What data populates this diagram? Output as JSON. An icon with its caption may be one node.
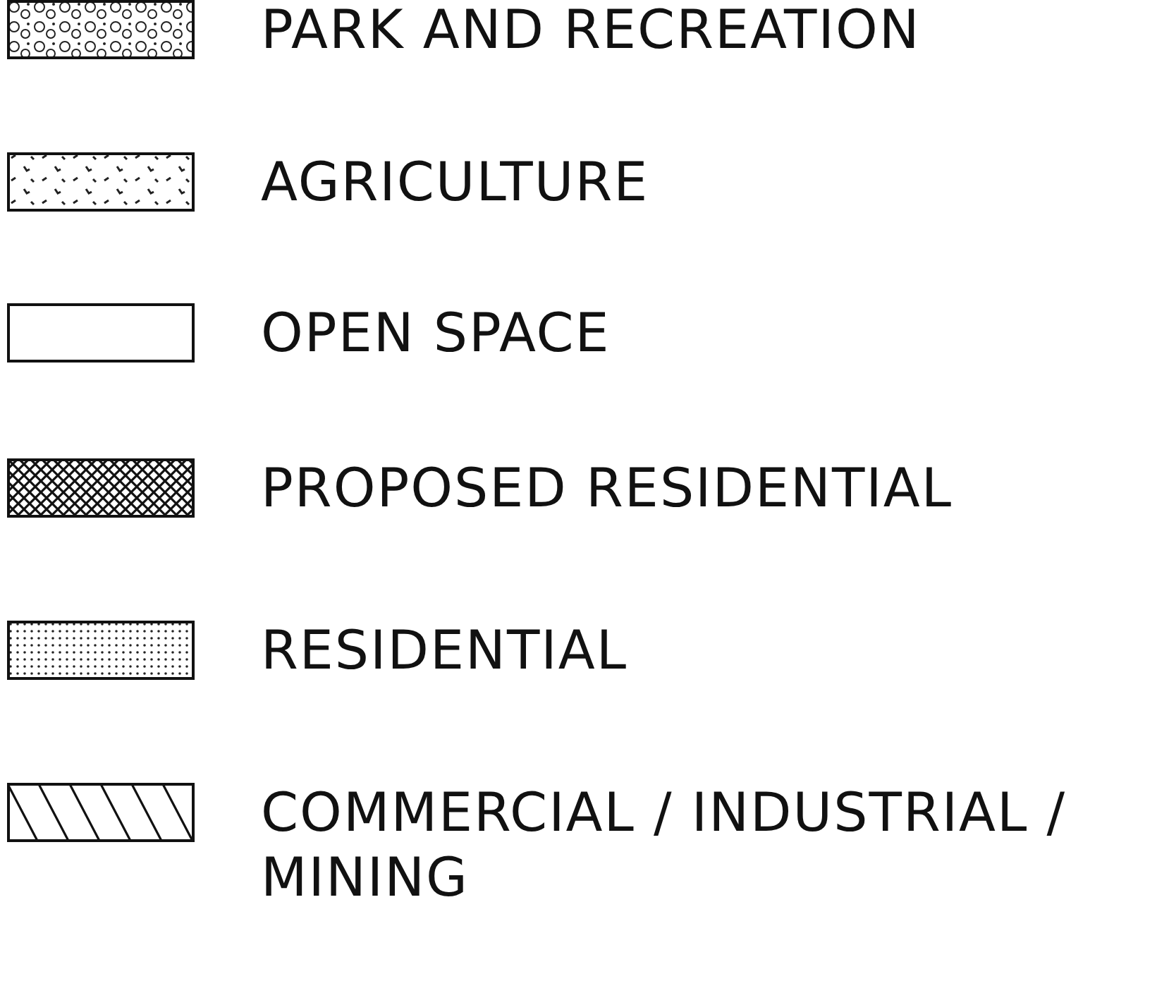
{
  "diagram": {
    "legend": [
      {
        "text": "PARK AND RECREATION"
      },
      {
        "text": "AGRICULTURE"
      },
      {
        "text": "OPEN SPACE"
      },
      {
        "text": "PROPOSED RESIDENTIAL"
      },
      {
        "text": "RESIDENTIAL"
      },
      {
        "text": "COMMERCIAL / INDUSTRIAL / MINING"
      }
    ]
  }
}
